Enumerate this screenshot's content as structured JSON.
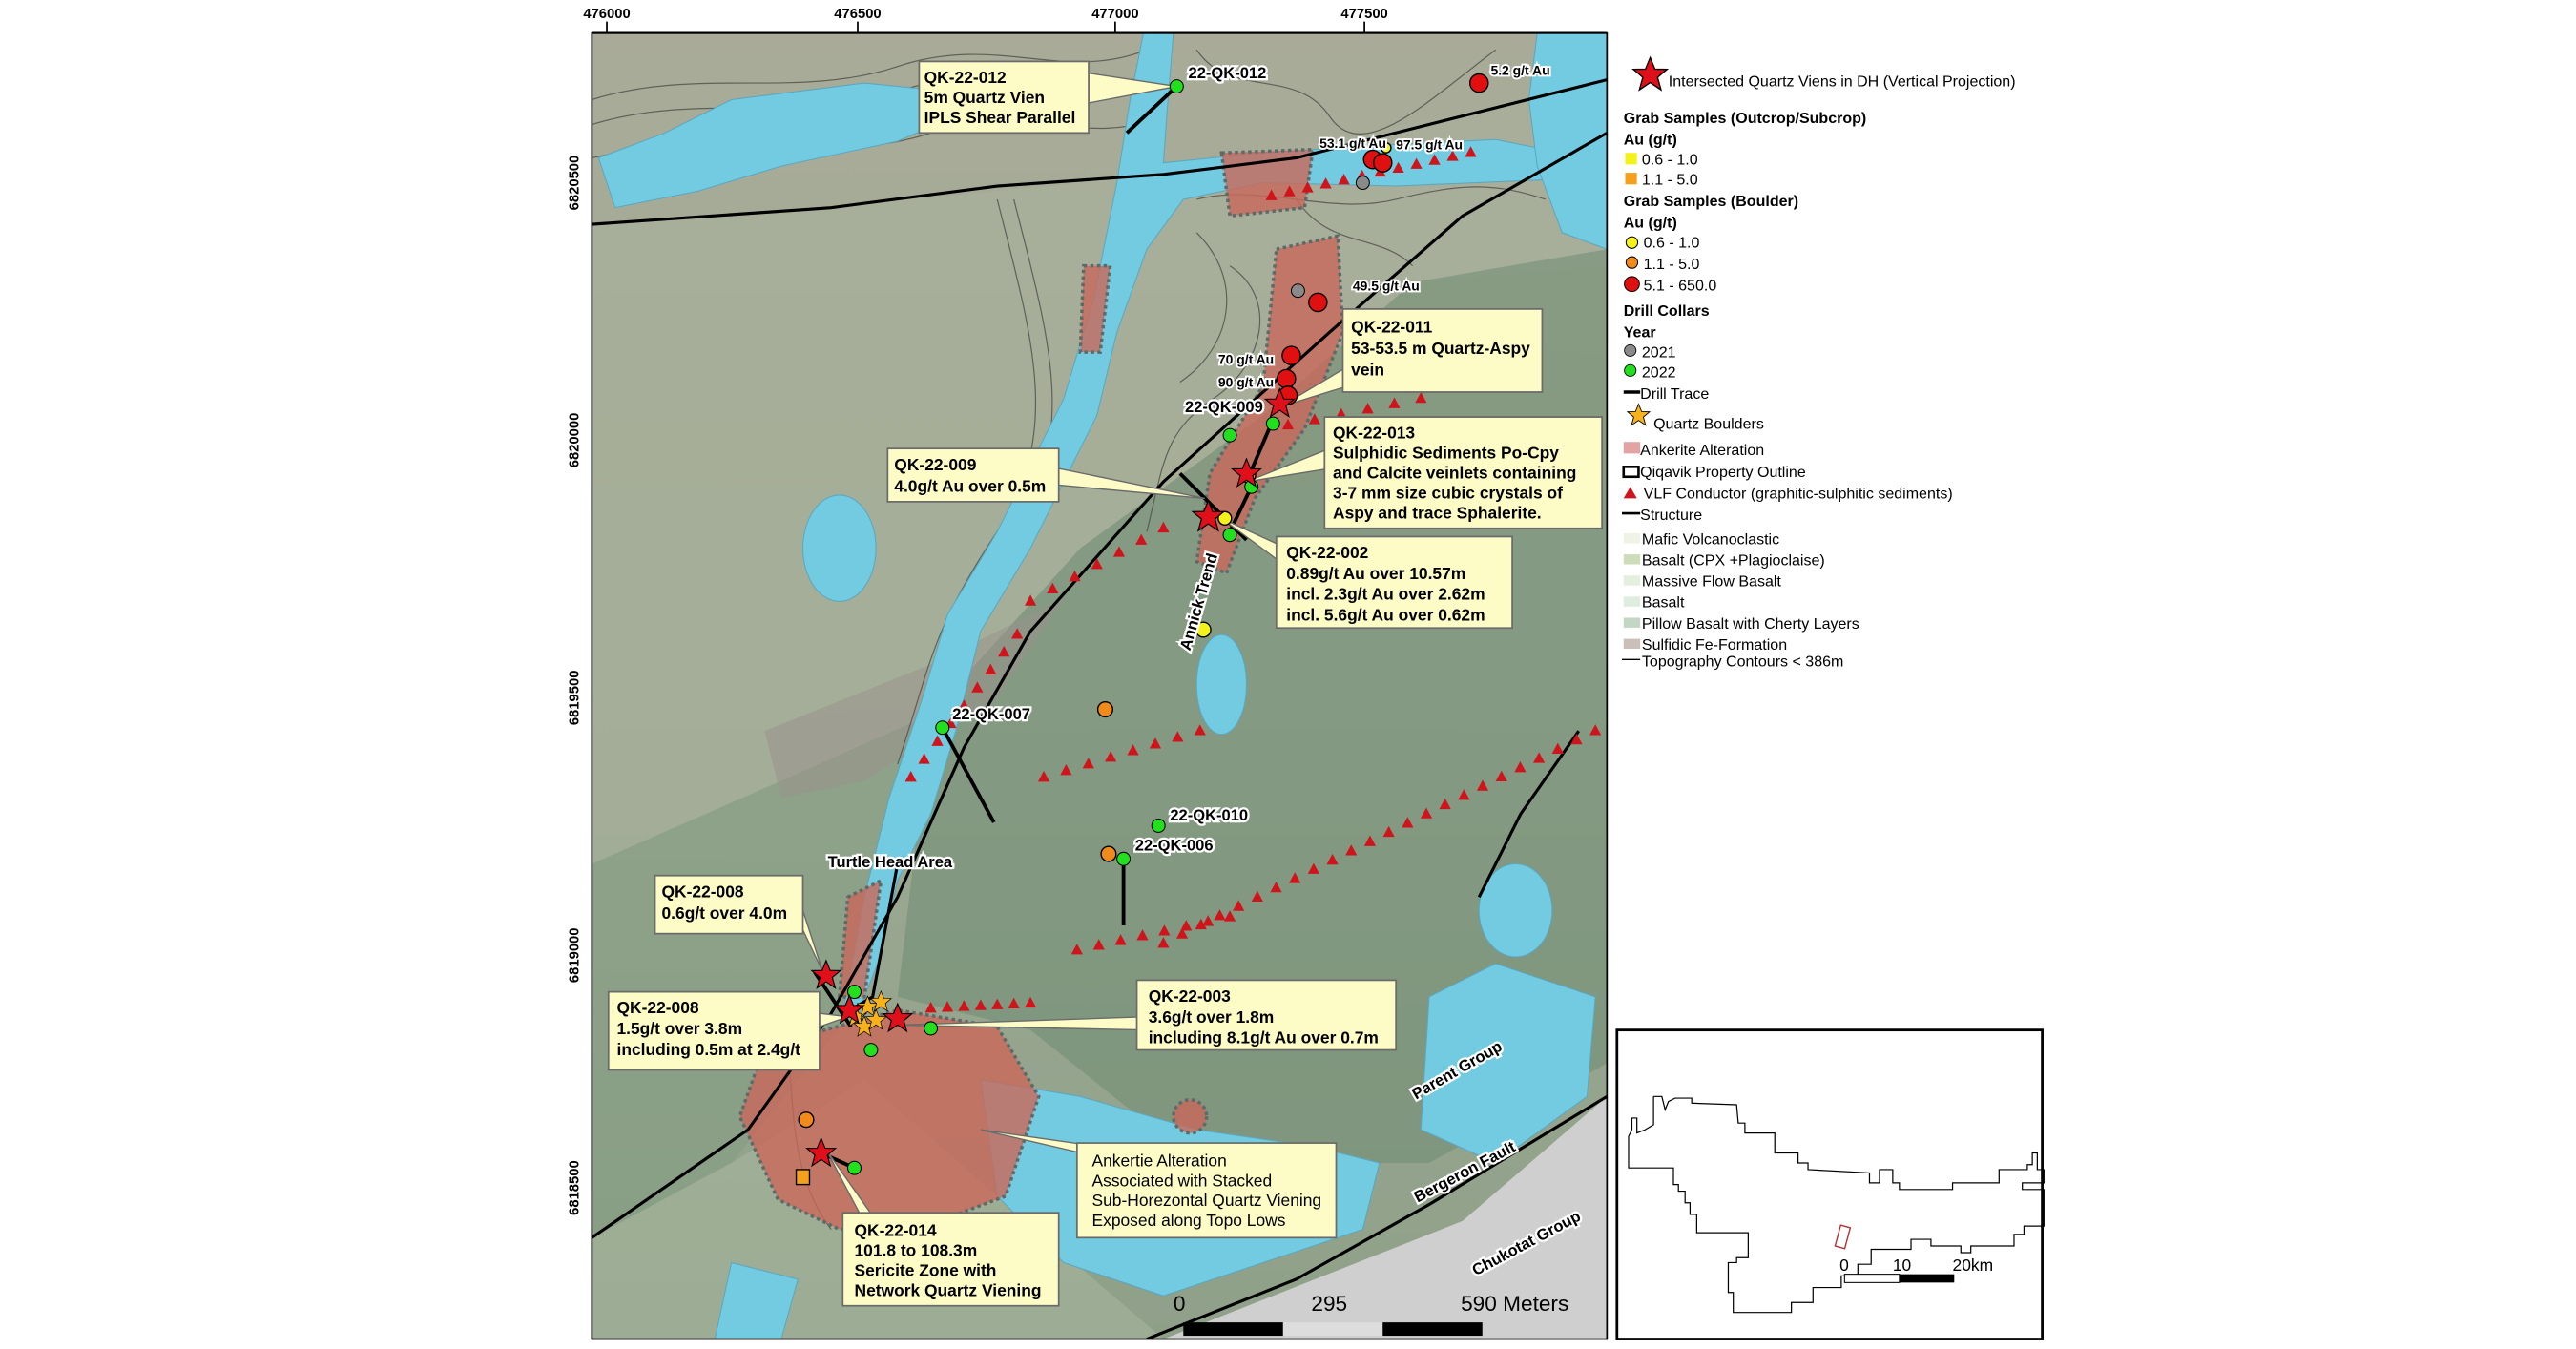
{
  "map": {
    "x_ticks": [
      "476000",
      "476500",
      "477000",
      "477500"
    ],
    "y_ticks": [
      "6820500",
      "6820000",
      "6819500",
      "6819000",
      "6818500"
    ],
    "colors": {
      "water": "#72cbe0",
      "alteration": "#c9685a",
      "vlf": "#d0141b",
      "collar_2022": "#22e01e",
      "collar_2021": "#8a8a8a",
      "grab_red": "#e01010",
      "grab_orange": "#f08a1a",
      "grab_yellow": "#f5f21a"
    },
    "labels": {
      "hole_012": "22-QK-012",
      "hole_009": "22-QK-009",
      "hole_007": "22-QK-007",
      "hole_010": "22-QK-010",
      "hole_006": "22-QK-006",
      "assay_52": "5.2 g/t Au",
      "assay_531": "53.1 g/t Au",
      "assay_975": "97.5 g/t Au",
      "assay_495": "49.5 g/t Au",
      "assay_70": "70 g/t Au",
      "assay_90": "90 g/t Au",
      "annick_trend": "Annick Trend",
      "turtle_head": "Turtle Head Area",
      "parent_group": "Parent Group",
      "bergeron_fault": "Bergeron Fault",
      "chukotat_group": "Chukotat Group"
    },
    "callouts": {
      "qk012": [
        "QK-22-012",
        "5m Quartz Vien",
        "IPLS Shear Parallel"
      ],
      "qk011": [
        "QK-22-011",
        "53-53.5 m Quartz-Aspy",
        "vein"
      ],
      "qk013": [
        "QK-22-013",
        "Sulphidic Sediments Po-Cpy",
        "and Calcite veinlets containing",
        "3-7 mm size cubic crystals of",
        "Aspy and trace Sphalerite."
      ],
      "qk009": [
        "QK-22-009",
        "4.0g/t Au over 0.5m"
      ],
      "qk002": [
        "QK-22-002",
        "0.89g/t Au over 10.57m",
        "incl. 2.3g/t Au over 2.62m",
        "incl. 5.6g/t Au over 0.62m"
      ],
      "qk008a": [
        "QK-22-008",
        "0.6g/t over 4.0m"
      ],
      "qk008b": [
        "QK-22-008",
        "1.5g/t over 3.8m",
        "including 0.5m at 2.4g/t"
      ],
      "qk003": [
        "QK-22-003",
        "3.6g/t over 1.8m",
        "including 8.1g/t Au over 0.7m"
      ],
      "ankerite": [
        "Ankertie Alteration",
        "Associated with Stacked",
        "Sub-Horezontal Quartz Viening",
        "Exposed along Topo Lows"
      ],
      "qk014": [
        "QK-22-014",
        "101.8 to 108.3m",
        "Sericite Zone with",
        "Network Quartz Viening"
      ]
    },
    "scale_bar": {
      "zero": "0",
      "mid": "295",
      "end": "590 Meters"
    }
  },
  "legend": {
    "intersected": "Intersected Quartz Viens in DH (Vertical Projection)",
    "grab_outcrop_title": "Grab Samples (Outcrop/Subcrop)",
    "grab_outcrop_unit": "Au (g/t)",
    "grab_outcrop_items": [
      "0.6 - 1.0",
      "1.1 - 5.0"
    ],
    "grab_boulder_title": "Grab Samples (Boulder)",
    "grab_boulder_unit": "Au (g/t)",
    "grab_boulder_items": [
      "0.6 - 1.0",
      "1.1 - 5.0",
      "5.1 - 650.0"
    ],
    "drill_collars_title": "Drill Collars",
    "drill_collars_sub": "Year",
    "drill_collars_items": [
      "2021",
      "2022"
    ],
    "drill_trace": "Drill Trace",
    "quartz_boulders": "Quartz Boulders",
    "ankerite": "Ankerite Alteration",
    "property_outline": "Qiqavik Property Outline",
    "vlf": "VLF Conductor (graphitic-sulphitic sediments)",
    "structure": "Structure",
    "units": [
      "Mafic Volcanoclastic",
      "Basalt (CPX +Plagioclaise)",
      "Massive Flow Basalt",
      "Basalt",
      "Pillow Basalt with Cherty Layers",
      "Sulfidic Fe-Formation"
    ],
    "unit_colors": [
      "#eef3e6",
      "#cfdcbc",
      "#e4efe0",
      "#dfece0",
      "#c3d8c4",
      "#cbbfbb"
    ],
    "topo": "Topography Contours < 386m"
  },
  "inset": {
    "scale": [
      "0",
      "10",
      "20km"
    ]
  }
}
